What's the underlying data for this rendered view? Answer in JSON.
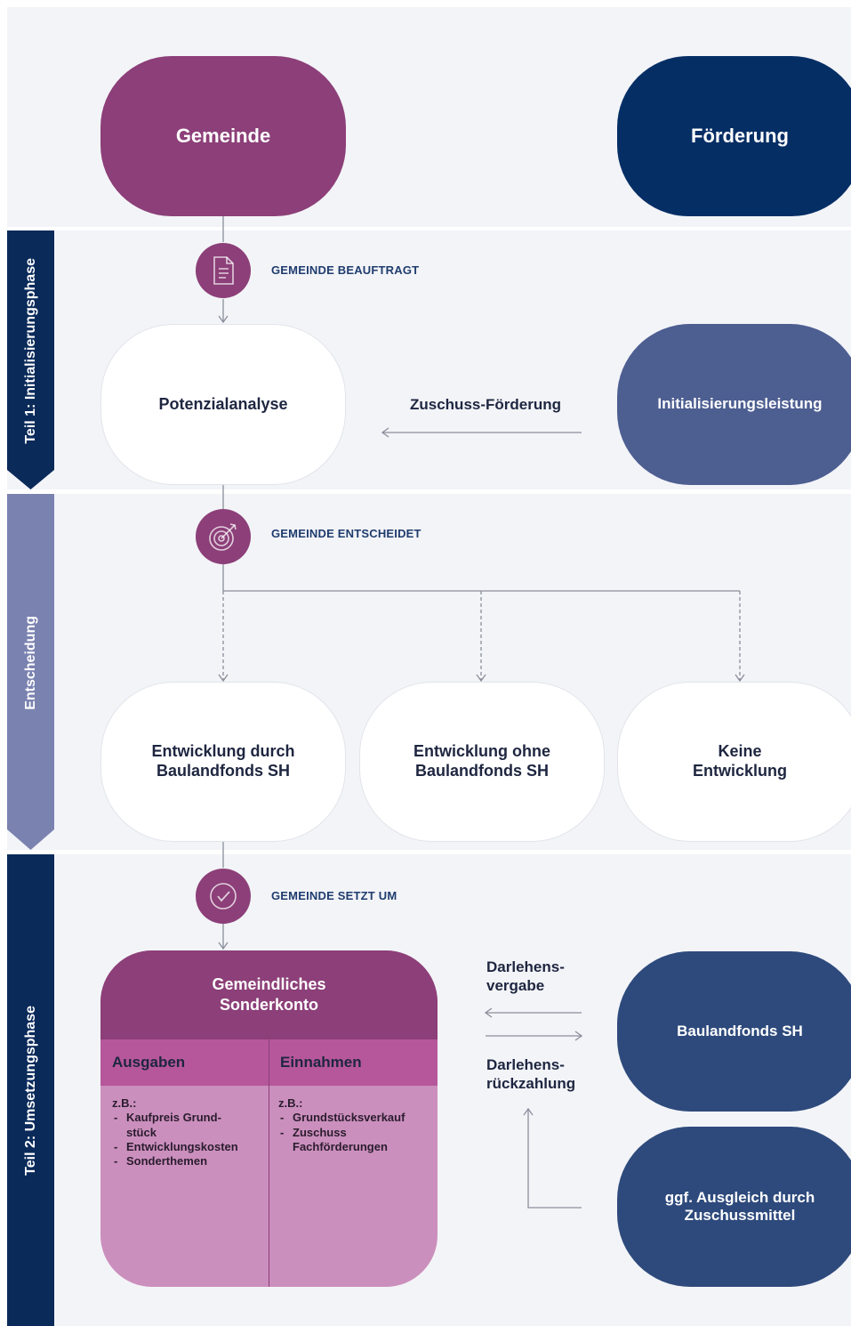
{
  "header": {
    "left": "Gemeinde",
    "right": "Förderung"
  },
  "phases": {
    "phase1": "Teil 1: Initialisierungsphase",
    "decision": "Entscheidung",
    "phase2": "Teil 2: Umsetzungsphase"
  },
  "steps": {
    "commission": "GEMEINDE BEAUFTRAGT",
    "decide": "GEMEINDE ENTSCHEIDET",
    "implement": "GEMEINDE SETZT UM"
  },
  "phase1": {
    "analysis": "Potenzialanalyse",
    "flow_label": "Zuschuss-Förderung",
    "service": "Initialisierungsleistung"
  },
  "options": {
    "with_fund_1": "Entwicklung durch",
    "with_fund_2": "Baulandfonds SH",
    "without_fund_1": "Entwicklung ohne",
    "without_fund_2": "Baulandfonds SH",
    "none_1": "Keine",
    "none_2": "Entwicklung"
  },
  "account": {
    "title_1": "Gemeindliches",
    "title_2": "Sonderkonto",
    "expenses_header": "Ausgaben",
    "income_header": "Einnahmen",
    "eg": "z.B.:",
    "expenses": [
      "Kaufpreis Grund-",
      "stück",
      "Entwicklungskosten",
      "Sonderthemen"
    ],
    "income": [
      "Grundstücksverkauf",
      "Zuschuss",
      "Fachförderungen"
    ]
  },
  "phase2": {
    "loan_out_1": "Darlehens-",
    "loan_out_2": "vergabe",
    "loan_back_1": "Darlehens-",
    "loan_back_2": "rückzahlung",
    "fund": "Baulandfonds SH",
    "compensation_1": "ggf. Ausgleich durch",
    "compensation_2": "Zuschussmittel"
  },
  "colors": {
    "purple": "#8c3f78",
    "navy": "#052e65",
    "phase_tab_dark": "#0a2a5a",
    "phase_tab_light": "#7a82b0",
    "band": "#f3f4f8"
  }
}
